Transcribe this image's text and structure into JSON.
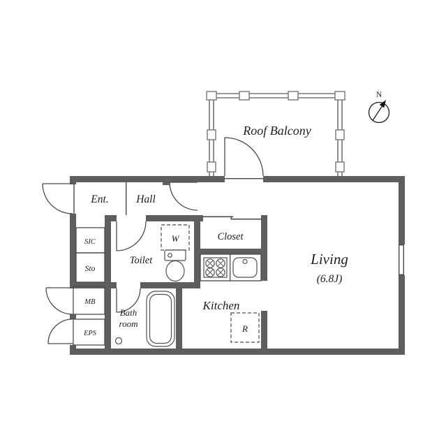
{
  "colors": {
    "wall": "#5d5e60",
    "line": "#4a4a4a",
    "fence": "#75767a",
    "text": "#1e1e1e"
  },
  "compass": {
    "label": "N"
  },
  "balcony": {
    "label": "Roof Balcony"
  },
  "rooms": {
    "entrance": {
      "label": "Ent."
    },
    "hall": {
      "label": "Hall"
    },
    "sic": {
      "label": "SIC"
    },
    "storage": {
      "label": "Sto"
    },
    "meter_box": {
      "label": "MB"
    },
    "eps": {
      "label": "EPS"
    },
    "toilet": {
      "label": "Toilet"
    },
    "washer": {
      "label": "W"
    },
    "closet": {
      "label": "Closet"
    },
    "kitchen": {
      "label": "Kitchen"
    },
    "bathroom": {
      "line1": "Bath",
      "line2": "room"
    },
    "refrigerator": {
      "label": "R"
    },
    "living": {
      "label": "Living",
      "area": "(6.8J)"
    }
  }
}
